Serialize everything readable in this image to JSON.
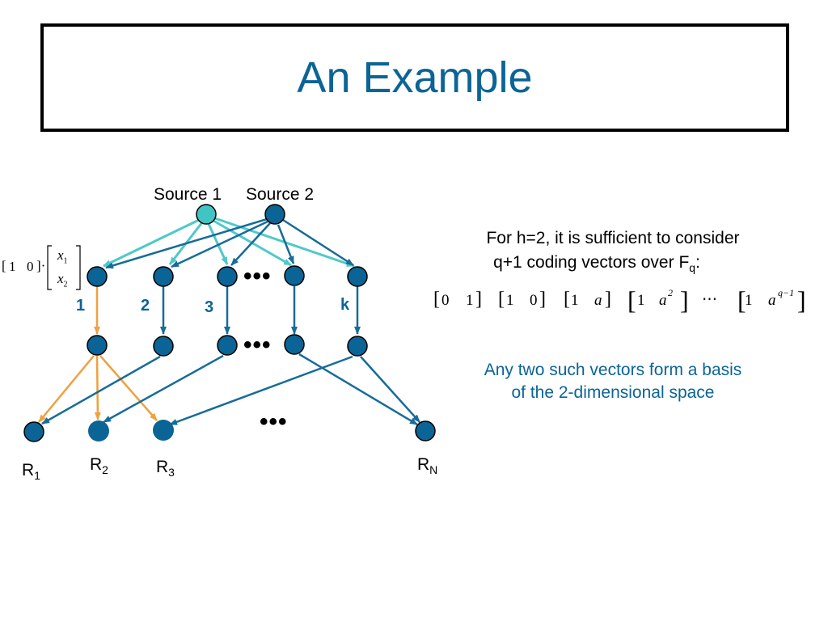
{
  "slide": {
    "title": "An Example"
  },
  "sources": {
    "source1": "Source 1",
    "source2": "Source 2"
  },
  "edge_labels": [
    "1",
    "2",
    "3",
    "k"
  ],
  "receivers": [
    {
      "base": "R",
      "sub": "1"
    },
    {
      "base": "R",
      "sub": "2"
    },
    {
      "base": "R",
      "sub": "3"
    },
    {
      "base": "R",
      "sub": "N"
    }
  ],
  "left_formula": {
    "row": [
      "1",
      "0"
    ],
    "x_top": "x",
    "x_top_sub": "1",
    "x_bot": "x",
    "x_bot_sub": "2"
  },
  "statement": {
    "line1": "For h=2,  it is sufficient to consider",
    "line2_prefix": "q+1  coding vectors over F",
    "line2_sub": "q",
    "line2_suffix": ":"
  },
  "vectors": {
    "v1": [
      "0",
      "1"
    ],
    "v2": [
      "1",
      "0"
    ],
    "v3": [
      "1",
      "a"
    ],
    "v4_first": "1",
    "v4_base": "a",
    "v4_exp": "2",
    "ellipsis": "⋯",
    "v5_first": "1",
    "v5_base": "a",
    "v5_exp": "q−1"
  },
  "basis_note": {
    "line1": "Any two such vectors form a basis",
    "line2": "of the 2-dimensional space"
  },
  "colors": {
    "title": "#0b6496",
    "node_dark": "#0b6496",
    "node_source1": "#40c4c4",
    "edge_source1": "#4ec9c9",
    "edge_dark": "#176c99",
    "edge_orange": "#f0a040"
  }
}
